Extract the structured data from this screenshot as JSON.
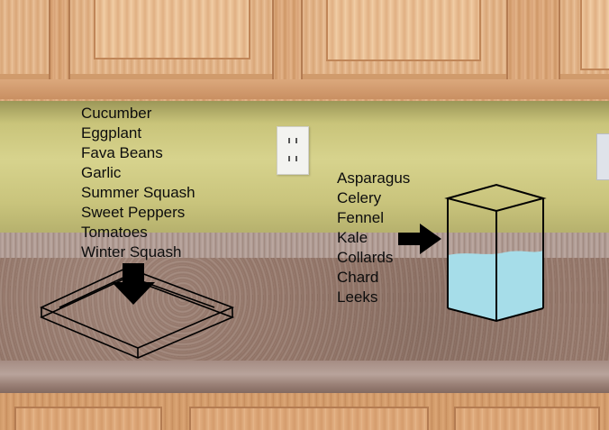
{
  "scene": {
    "description": "Kitchen countertop with vegetable storage annotations",
    "colors": {
      "wall": "#d0cc85",
      "countertop": "#9a7e71",
      "cabinet": "#dba676",
      "water": "#a6dde9",
      "outline": "#000000"
    }
  },
  "left_group": {
    "storage": "flat-tray",
    "arrow_direction": "down",
    "items": [
      "Cucumber",
      "Eggplant",
      "Fava Beans",
      "Garlic",
      "Summer Squash",
      "Sweet Peppers",
      "Tomatoes",
      "Winter Squash"
    ]
  },
  "right_group": {
    "storage": "container-of-water",
    "arrow_direction": "right",
    "items": [
      "Asparagus",
      "Celery",
      "Fennel",
      "Kale",
      "Collards",
      "Chard",
      "Leeks"
    ]
  }
}
